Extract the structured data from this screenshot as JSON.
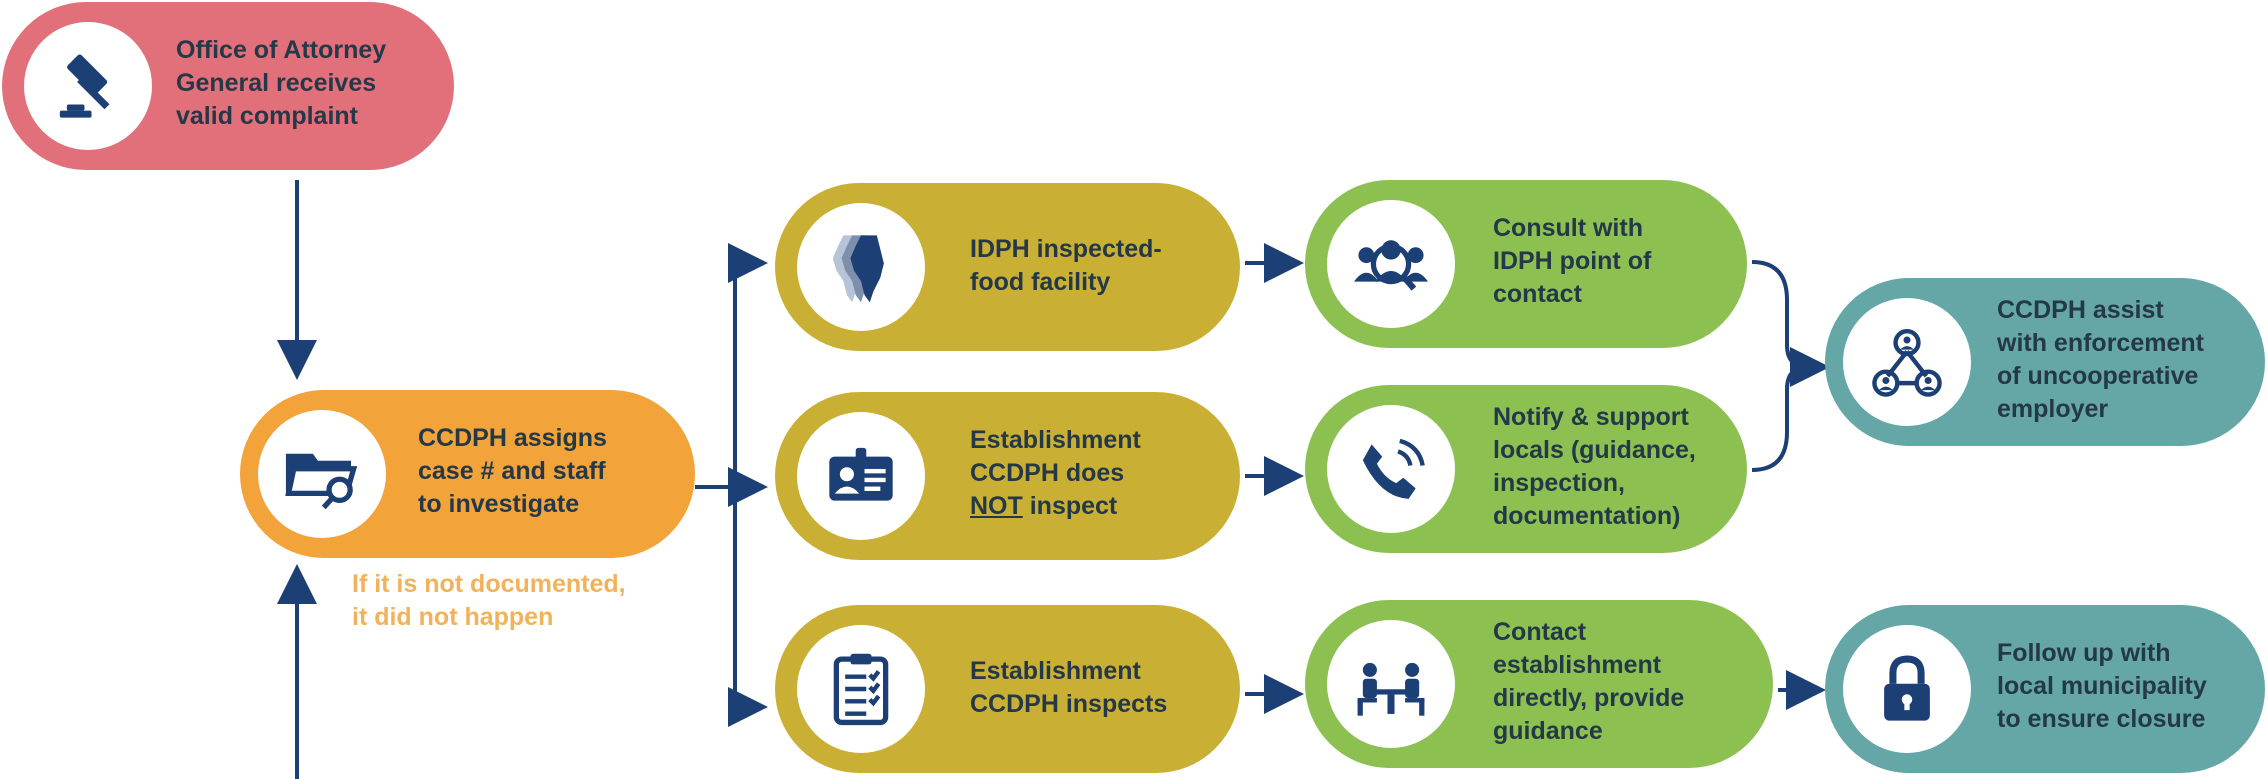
{
  "nodes": {
    "oag": {
      "lines": [
        "Office of Attorney",
        "General receives",
        "valid complaint"
      ],
      "icon": "gavel-icon"
    },
    "assign": {
      "lines": [
        "CCDPH assigns",
        "case # and staff",
        "to investigate"
      ],
      "icon": "folder-search-icon"
    },
    "idph_facility": {
      "lines": [
        "IDPH inspected-",
        "food facility"
      ],
      "icon": "illinois-map-icon"
    },
    "not_inspect": {
      "lines": [
        "Establishment",
        "CCDPH does",
        "NOT inspect"
      ],
      "underline_word": "NOT",
      "icon": "id-badge-icon"
    },
    "inspects": {
      "lines": [
        "Establishment",
        "CCDPH inspects"
      ],
      "icon": "clipboard-checklist-icon"
    },
    "consult": {
      "lines": [
        "Consult with",
        "IDPH point of",
        "contact"
      ],
      "icon": "group-search-icon"
    },
    "notify": {
      "lines": [
        "Notify & support",
        "locals (guidance,",
        "inspection,",
        "documentation)"
      ],
      "icon": "phone-ringing-icon"
    },
    "contact": {
      "lines": [
        "Contact",
        "establishment",
        "directly, provide",
        "guidance"
      ],
      "icon": "meeting-table-icon"
    },
    "enforce": {
      "lines": [
        "CCDPH assist",
        "with enforcement",
        "of uncooperative",
        "employer"
      ],
      "icon": "network-people-icon"
    },
    "followup": {
      "lines": [
        "Follow up with",
        "local municipality",
        "to ensure closure"
      ],
      "icon": "padlock-icon"
    }
  },
  "note": {
    "lines": [
      "If it is not documented,",
      "it did not happen"
    ]
  },
  "colors": {
    "red": "#e2707a",
    "orange": "#f2a33a",
    "gold": "#c9b034",
    "green": "#8cc152",
    "teal": "#64a7a6",
    "navy": "#1c3f75",
    "note": "#f2b25a"
  }
}
